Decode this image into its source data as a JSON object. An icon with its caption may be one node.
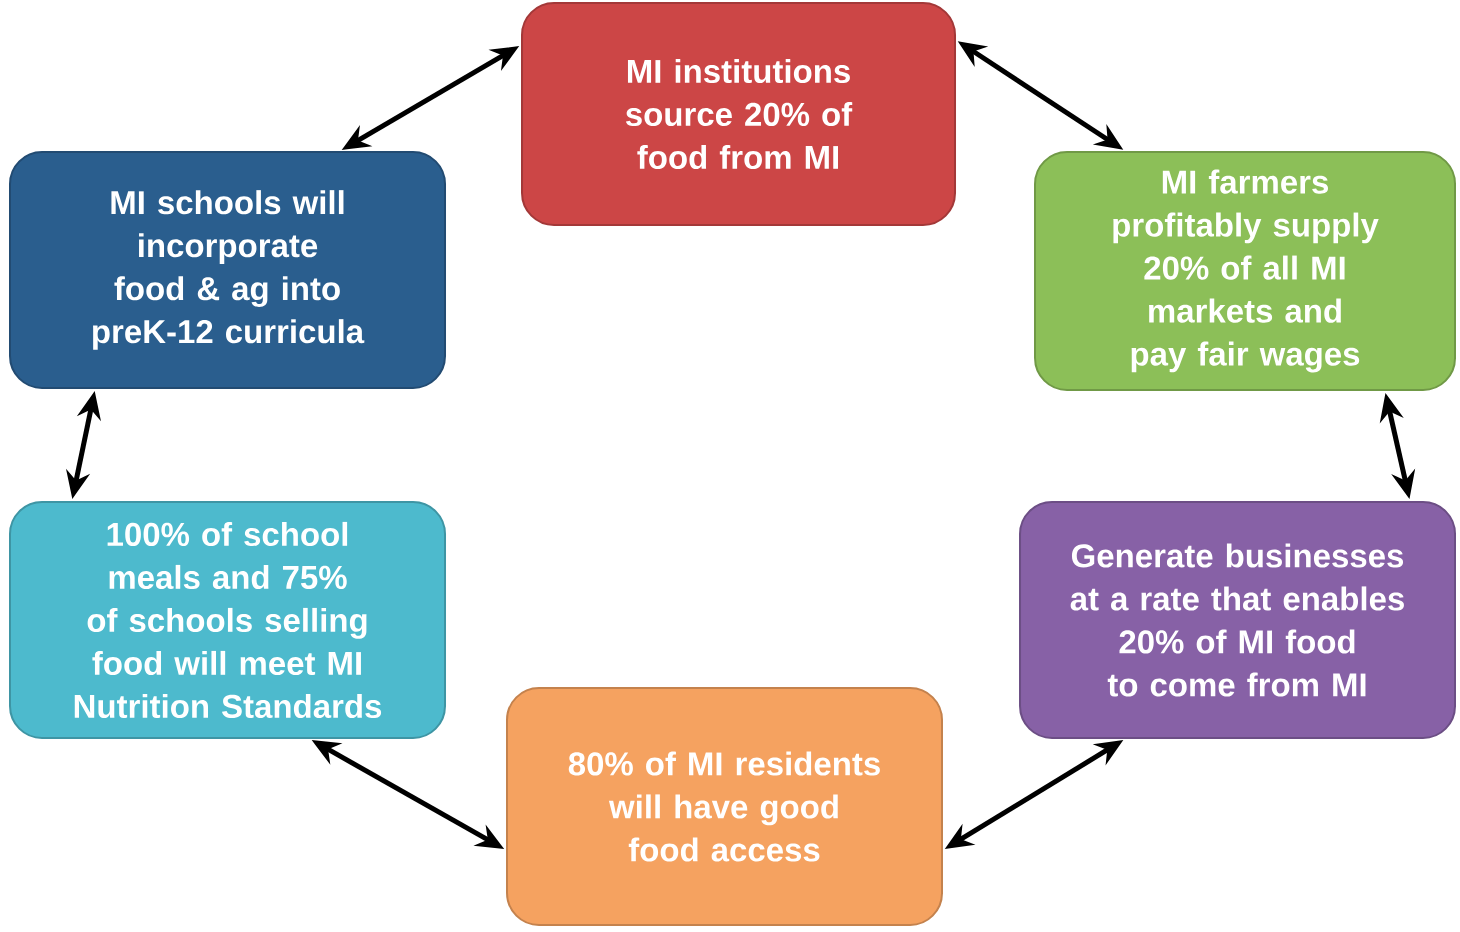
{
  "diagram": {
    "nodes": [
      {
        "text": [
          "MI institutions source 20% of food from MI"
        ]
      },
      {
        "text": [
          "MI schools will incorporate food & ag into preK-12 curricula"
        ]
      },
      {
        "text": [
          "MI farmers profitably supply 20% of all MI markets and pay fair wages"
        ]
      },
      {
        "text": [
          "100% of school meals and 75% of schools selling food will meet MI Nutrition Standards"
        ]
      },
      {
        "text": [
          "Generate businesses at a rate that enables 20% of MI food to come from MI"
        ]
      },
      {
        "text": [
          "80% of MI residents will have good food access"
        ]
      }
    ],
    "edges": [
      {
        "from": 1,
        "to": 0,
        "arrow": "both"
      },
      {
        "from": 0,
        "to": 2,
        "arrow": "both"
      },
      {
        "from": 1,
        "to": 3,
        "arrow": "both"
      },
      {
        "from": 2,
        "to": 4,
        "arrow": "both"
      },
      {
        "from": 3,
        "to": 5,
        "arrow": "both"
      },
      {
        "from": 5,
        "to": 4,
        "arrow": "both"
      }
    ]
  }
}
